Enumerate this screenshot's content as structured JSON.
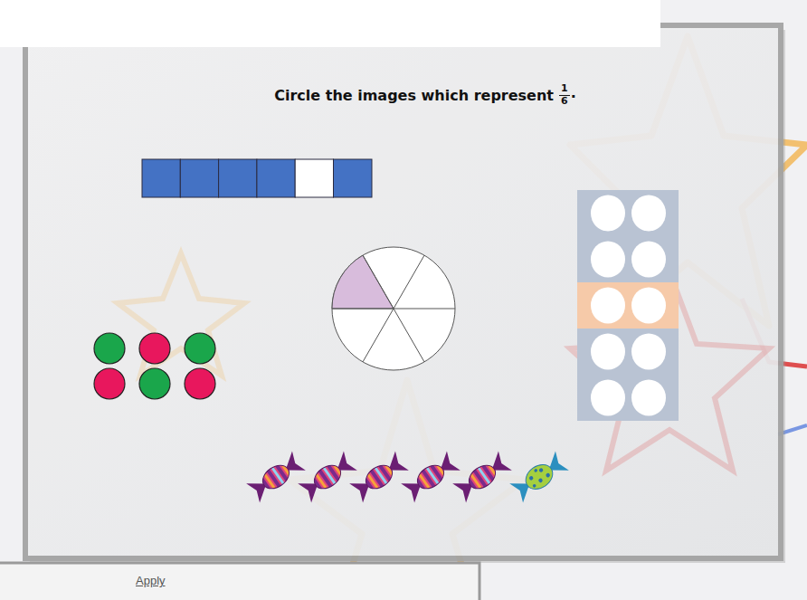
{
  "diagram": {
    "title": "Circle the images which represent",
    "labels": [
      "1",
      "6",
      ".",
      "Apply"
    ]
  }
}
